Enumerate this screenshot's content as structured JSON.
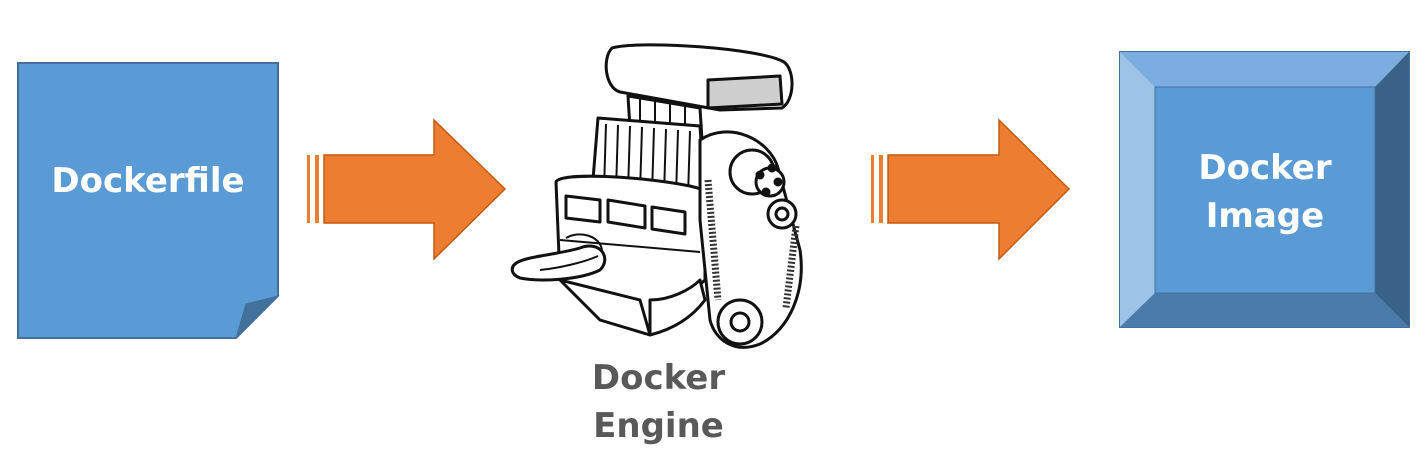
{
  "nodes": {
    "dockerfile": {
      "label": "Dockerfile"
    },
    "engine": {
      "line1": "Docker",
      "line2": "Engine"
    },
    "image": {
      "line1": "Docker",
      "line2": "Image"
    }
  },
  "colors": {
    "box_blue": "#5b9bd5",
    "box_border": "#41719c",
    "arrow_orange": "#ed7d31",
    "engine_label_gray": "#595959"
  },
  "icons": {
    "engine": "engine-illustration-icon",
    "arrows": "arrow-right-striped-icon"
  }
}
